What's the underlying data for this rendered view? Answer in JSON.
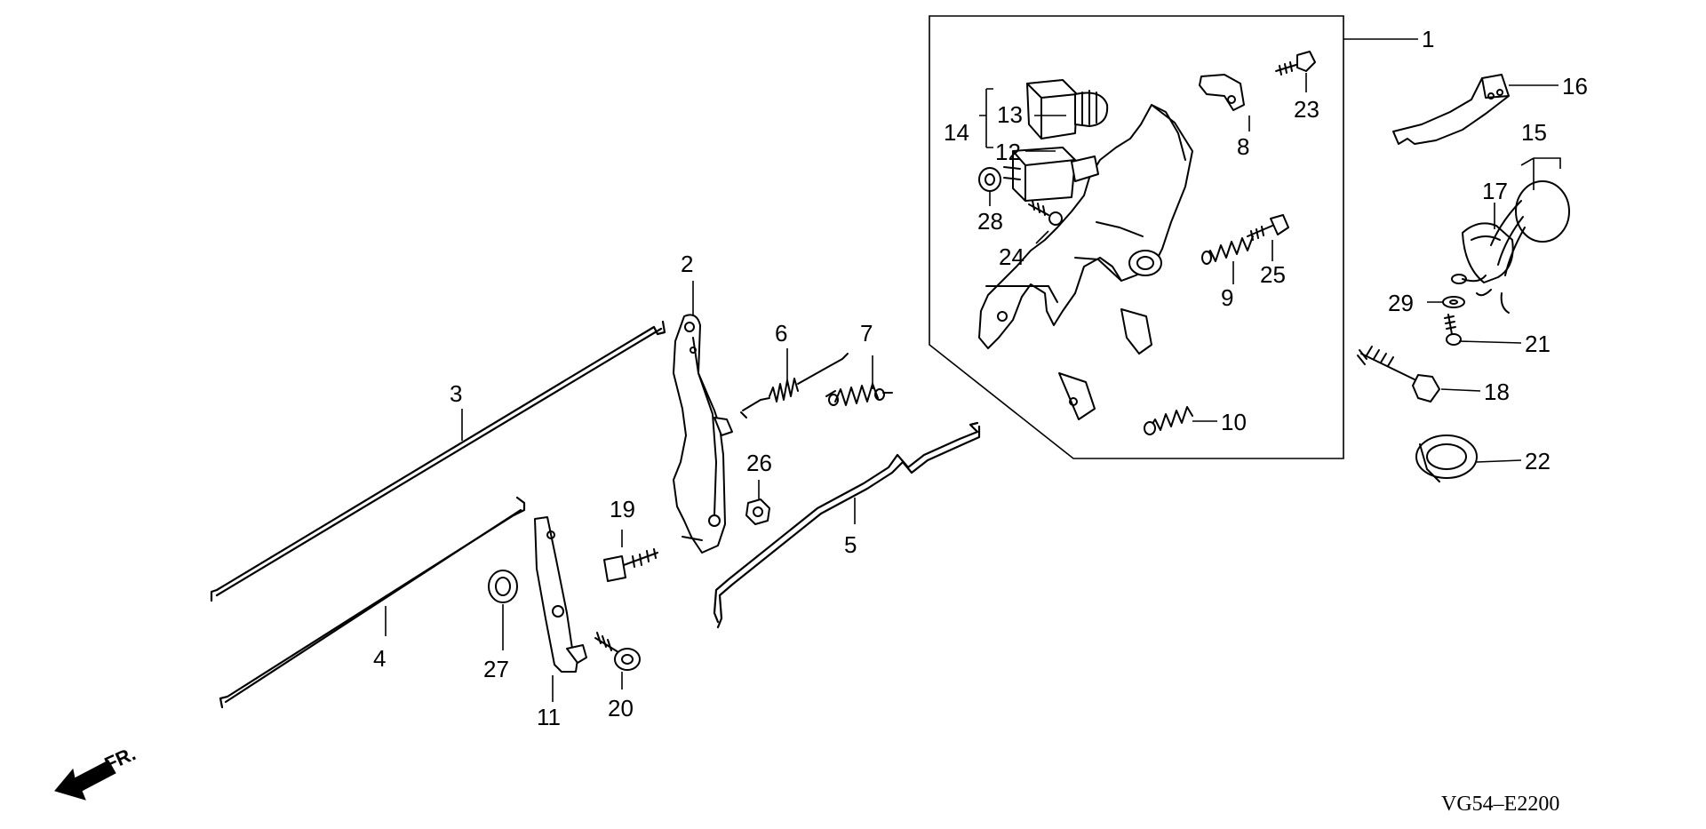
{
  "diagram": {
    "callouts": {
      "c1": "1",
      "c2": "2",
      "c3": "3",
      "c4": "4",
      "c5": "5",
      "c6": "6",
      "c7": "7",
      "c8": "8",
      "c9": "9",
      "c10": "10",
      "c11": "11",
      "c12": "12",
      "c13": "13",
      "c14": "14",
      "c15": "15",
      "c16": "16",
      "c17": "17",
      "c18": "18",
      "c19": "19",
      "c20": "20",
      "c21": "21",
      "c22": "22",
      "c23": "23",
      "c24": "24",
      "c25": "25",
      "c26": "26",
      "c27": "27",
      "c28": "28",
      "c29": "29"
    },
    "direction_label": "FR.",
    "drawing_code": "VG54–E2200"
  }
}
